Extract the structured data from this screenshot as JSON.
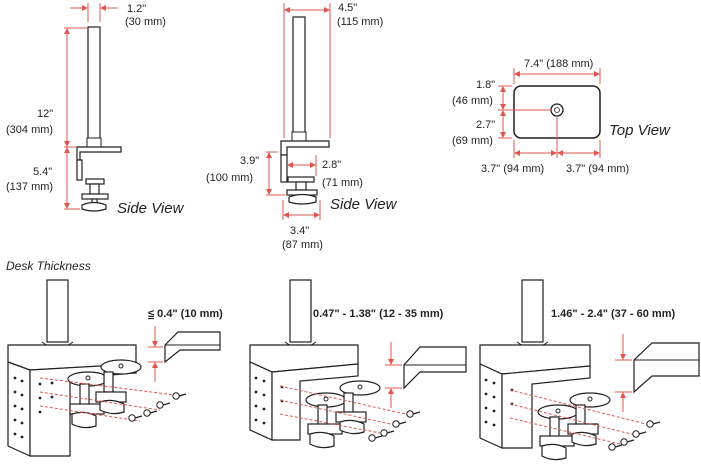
{
  "side_view_1": {
    "pole_width": "1.2\"",
    "pole_width_mm": "(30 mm)",
    "pole_height": "12\"",
    "pole_height_mm": "(304 mm)",
    "clamp_height": "5.4\"",
    "clamp_height_mm": "(137 mm)",
    "view_label": "Side View"
  },
  "side_view_2": {
    "top_width": "4.5\"",
    "top_width_mm": "(115 mm)",
    "clamp_height": "3.9\"",
    "clamp_height_mm": "(100 mm)",
    "clamp_depth": "2.8\"",
    "clamp_depth_mm": "(71 mm)",
    "base_width": "3.4\"",
    "base_width_mm": "(87 mm)",
    "view_label": "Side View"
  },
  "top_view": {
    "width": "7.4\" (188 mm)",
    "top_offset": "1.8\"",
    "top_offset_mm": "(46 mm)",
    "depth": "2.7\"",
    "depth_mm": "(69 mm)",
    "left_offset": "3.7\" (94 mm)",
    "right_offset": "3.7\" (94 mm)",
    "view_label": "Top View"
  },
  "desk_thickness": {
    "title": "Desk Thickness",
    "ranges": [
      {
        "prefix": "≤",
        "label": " 0.4\" (10 mm)"
      },
      {
        "label": "0.47\" - 1.38\" (12 - 35 mm)"
      },
      {
        "label": "1.46\" - 2.4\" (37 - 60 mm)"
      }
    ]
  },
  "colors": {
    "dimension": "#e0574f",
    "ink": "#231f20"
  }
}
